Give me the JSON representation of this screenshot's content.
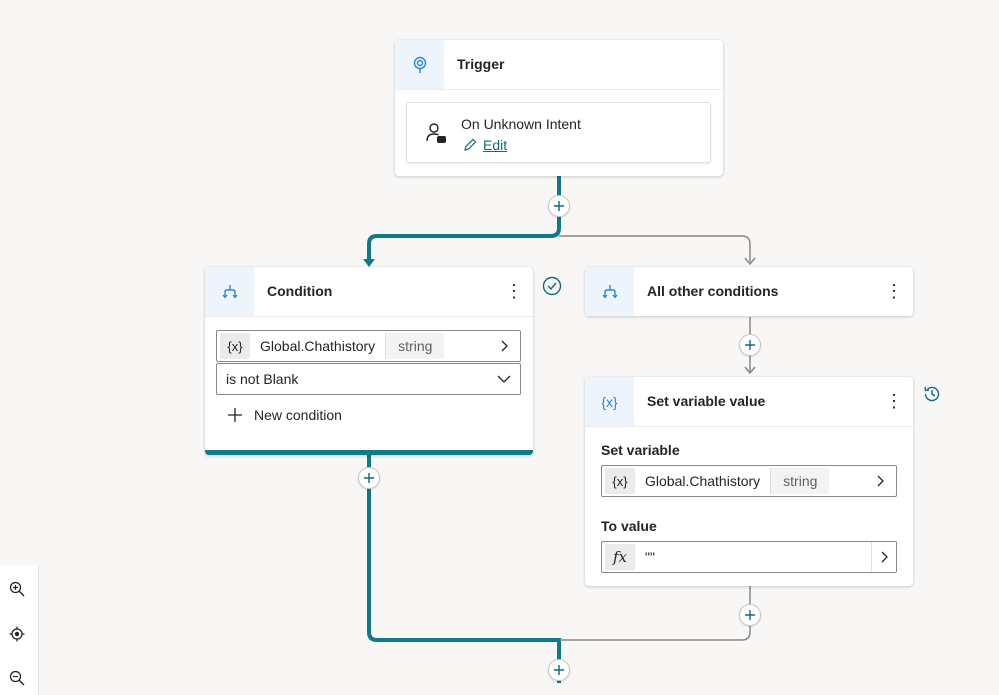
{
  "trigger": {
    "title": "Trigger",
    "event_name": "On Unknown Intent",
    "edit_label": "Edit"
  },
  "condition": {
    "title": "Condition",
    "variable_name": "Global.Chathistory",
    "variable_type": "string",
    "variable_token": "{x}",
    "operator": "is not Blank",
    "new_condition_label": "New condition"
  },
  "other_conditions": {
    "title": "All other conditions"
  },
  "set_variable": {
    "title": "Set variable value",
    "header_token": "{x}",
    "set_variable_label": "Set variable",
    "variable_token": "{x}",
    "variable_name": "Global.Chathistory",
    "variable_type": "string",
    "to_value_label": "To value",
    "fx_token": "fx",
    "value": "\"\""
  },
  "toolbar": {
    "zoom_in": "zoom-in",
    "recenter": "recenter",
    "zoom_out": "zoom-out"
  },
  "colors": {
    "active_path": "#0f7a8a",
    "inactive_path": "#8a8886",
    "icon_blue": "#2b88d8",
    "teal": "#0f6a79"
  }
}
